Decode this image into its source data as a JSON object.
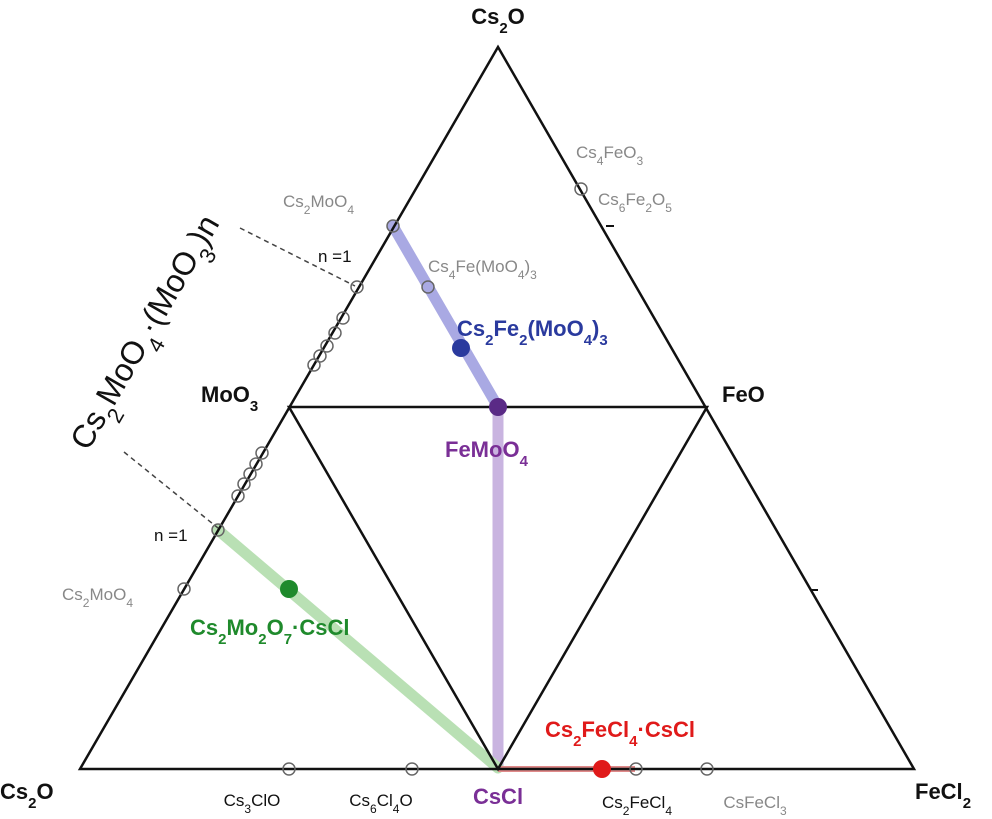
{
  "diagram": {
    "series_label": {
      "base": "Cs",
      "s1": "2",
      "mid": "MoO",
      "s2": "4",
      "sep": "·(MoO",
      "s3": "3",
      "tail": ")n"
    },
    "vertices": {
      "top": {
        "base": "Cs",
        "s1": "2",
        "tail": "O"
      },
      "bottom_left": {
        "base": "Cs",
        "s1": "2",
        "tail": "O"
      },
      "bottom_right": {
        "base": "FeCl",
        "s1": "2"
      },
      "left_mid": {
        "base": "MoO",
        "s1": "3"
      },
      "right_mid": {
        "base": "FeO"
      },
      "bottom_mid": {
        "text": "CsCl",
        "color": "#7a2f96"
      }
    },
    "compounds": {
      "cs4feo3": {
        "a": "Cs",
        "s1": "4",
        "b": "FeO",
        "s2": "3"
      },
      "cs6fe2o5": {
        "a": "Cs",
        "s1": "6",
        "b": "Fe",
        "s2": "2",
        "c": "O",
        "s3": "5"
      },
      "cs2moo4_upper": {
        "a": "Cs",
        "s1": "2",
        "b": "MoO",
        "s2": "4"
      },
      "cs4femoo43": {
        "a": "Cs",
        "s1": "4",
        "b": "Fe(MoO",
        "s2": "4",
        "c": ")",
        "s3": "3"
      },
      "cs2moo4_lower": {
        "a": "Cs",
        "s1": "2",
        "b": "MoO",
        "s2": "4"
      },
      "cs3clo": {
        "a": "Cs",
        "s1": "3",
        "b": "ClO"
      },
      "cs6cl4o": {
        "a": "Cs",
        "s1": "6",
        "b": "Cl",
        "s2": "4",
        "c": "O"
      },
      "cs2fecl4": {
        "a": "Cs",
        "s1": "2",
        "b": "FeCl",
        "s2": "4"
      },
      "csfecl3": {
        "a": "CsFeCl",
        "s1": "3"
      }
    },
    "n_label_upper": "n =1",
    "n_label_lower": "n =1",
    "main_compounds": {
      "cs2fe2moo43": {
        "a": "Cs",
        "s1": "2",
        "b": "Fe",
        "s2": "2",
        "c": "(MoO",
        "s3": "4",
        "d": ")",
        "s4": "3",
        "color": "#2a3a9e"
      },
      "femoo4": {
        "a": "FeMoO",
        "s1": "4",
        "color": "#7a2f96"
      },
      "cs2mo2o7cscl": {
        "a": "Cs",
        "s1": "2",
        "b": "Mo",
        "s2": "2",
        "c": "O",
        "s3": "7",
        "d": "·CsCl",
        "color": "#1f8a2c"
      },
      "cs2fecl4cscl": {
        "a": "Cs",
        "s1": "2",
        "b": "FeCl",
        "s2": "4",
        "c": "·CsCl",
        "color": "#e01a1a"
      }
    },
    "colors": {
      "blue_line": "#a9a9e3",
      "purple_line": "#c9b4e0",
      "green_line": "#b9e0b4",
      "red_line": "#e0a0a0"
    }
  }
}
